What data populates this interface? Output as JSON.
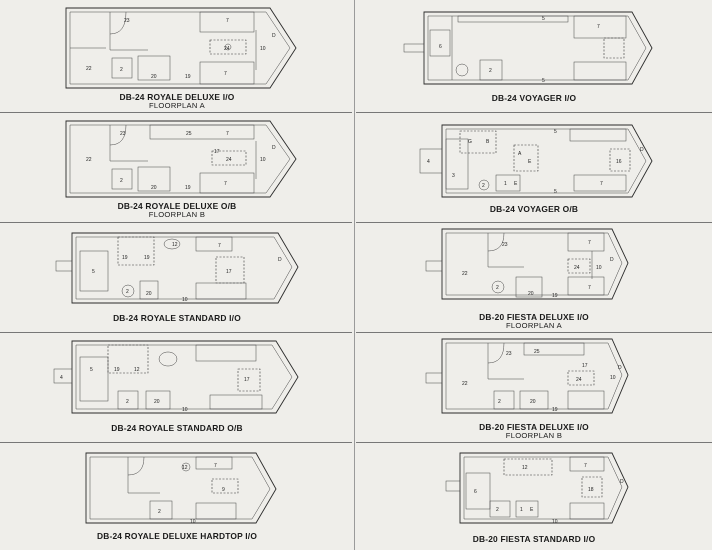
{
  "panels": [
    {
      "id": "p1",
      "title": "DB-24 ROYALE DELUXE I/O",
      "subtitle": "FLOORPLAN A",
      "labels": [
        "23",
        "7",
        "24",
        "10",
        "D",
        "22",
        "2",
        "20",
        "19",
        "7"
      ]
    },
    {
      "id": "p2",
      "title": "DB-24 VOYAGER I/O",
      "subtitle": "",
      "labels": [
        "5",
        "7",
        "6",
        "2",
        "5"
      ]
    },
    {
      "id": "p3",
      "title": "DB-24 ROYALE DELUXE O/B",
      "subtitle": "FLOORPLAN B",
      "labels": [
        "23",
        "25",
        "7",
        "22",
        "17",
        "24",
        "10",
        "D",
        "2",
        "20",
        "19",
        "7"
      ]
    },
    {
      "id": "p4",
      "title": "DB-24 VOYAGER O/B",
      "subtitle": "",
      "labels": [
        "5",
        "G",
        "B",
        "4",
        "A",
        "E",
        "16",
        "D",
        "3",
        "2",
        "1",
        "E",
        "5",
        "7"
      ]
    },
    {
      "id": "p5",
      "title": "DB-24 ROYALE STANDARD I/O",
      "subtitle": "",
      "labels": [
        "12",
        "19",
        "19",
        "7",
        "5",
        "17",
        "D",
        "2",
        "20",
        "10"
      ]
    },
    {
      "id": "p6",
      "title": "DB-20 FIESTA DELUXE I/O",
      "subtitle": "FLOORPLAN A",
      "labels": [
        "23",
        "7",
        "22",
        "24",
        "10",
        "D",
        "2",
        "20",
        "19",
        "7"
      ]
    },
    {
      "id": "p7",
      "title": "DB-24 ROYALE STANDARD O/B",
      "subtitle": "",
      "labels": [
        "5",
        "19",
        "12",
        "4",
        "17",
        "2",
        "20",
        "10"
      ]
    },
    {
      "id": "p8",
      "title": "DB-20 FIESTA DELUXE I/O",
      "subtitle": "FLOORPLAN B",
      "labels": [
        "23",
        "25",
        "17",
        "22",
        "24",
        "10",
        "D",
        "2",
        "20",
        "19"
      ]
    },
    {
      "id": "p9",
      "title": "DB-24 ROYALE DELUXE HARDTOP I/O",
      "subtitle": "",
      "labels": [
        "12",
        "7",
        "2",
        "9",
        "10"
      ]
    },
    {
      "id": "p10",
      "title": "DB-20 FIESTA STANDARD I/O",
      "subtitle": "",
      "labels": [
        "12",
        "7",
        "6",
        "18",
        "D",
        "2",
        "1",
        "E",
        "10"
      ]
    }
  ]
}
